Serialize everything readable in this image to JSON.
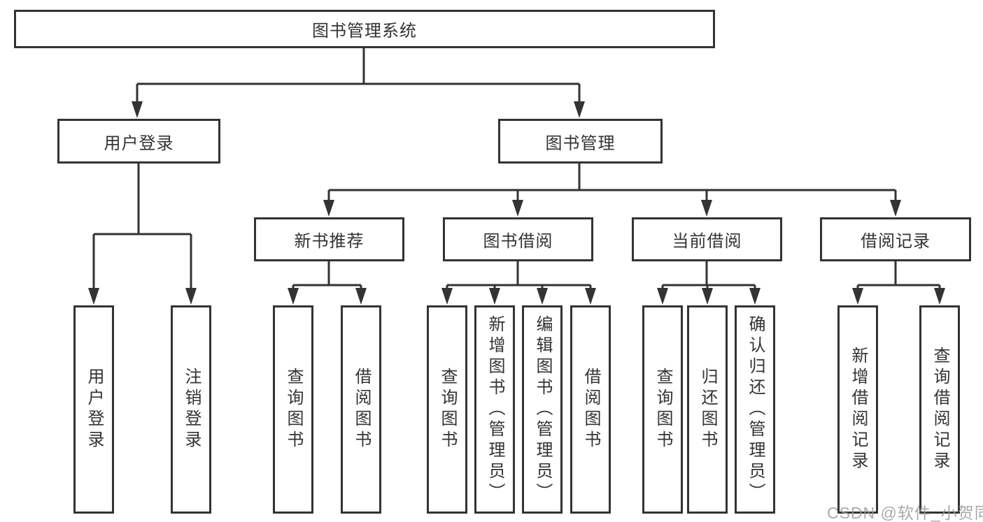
{
  "colors": {
    "line": "#333333",
    "border": "#333333",
    "text": "#333333",
    "watermark": "#9b9b9b",
    "background": "#ffffff"
  },
  "watermark": {
    "text": "CSDN @软件_小贺同学"
  },
  "tree": {
    "root": {
      "label": "图书管理系统"
    },
    "level1": [
      {
        "label": "用户登录",
        "children": [
          {
            "label": "用户登录"
          },
          {
            "label": "注销登录"
          }
        ]
      },
      {
        "label": "图书管理",
        "children": [
          {
            "label": "新书推荐",
            "children": [
              {
                "label": "查询图书"
              },
              {
                "label": "借阅图书"
              }
            ]
          },
          {
            "label": "图书借阅",
            "children": [
              {
                "label": "查询图书"
              },
              {
                "label": "新增图书（管理员）"
              },
              {
                "label": "编辑图书（管理员）"
              },
              {
                "label": "借阅图书"
              }
            ]
          },
          {
            "label": "当前借阅",
            "children": [
              {
                "label": "查询图书"
              },
              {
                "label": "归还图书"
              },
              {
                "label": "确认归还（管理员）"
              }
            ]
          },
          {
            "label": "借阅记录",
            "children": [
              {
                "label": "新增借阅记录"
              },
              {
                "label": "查询借阅记录"
              }
            ]
          }
        ]
      }
    ]
  }
}
